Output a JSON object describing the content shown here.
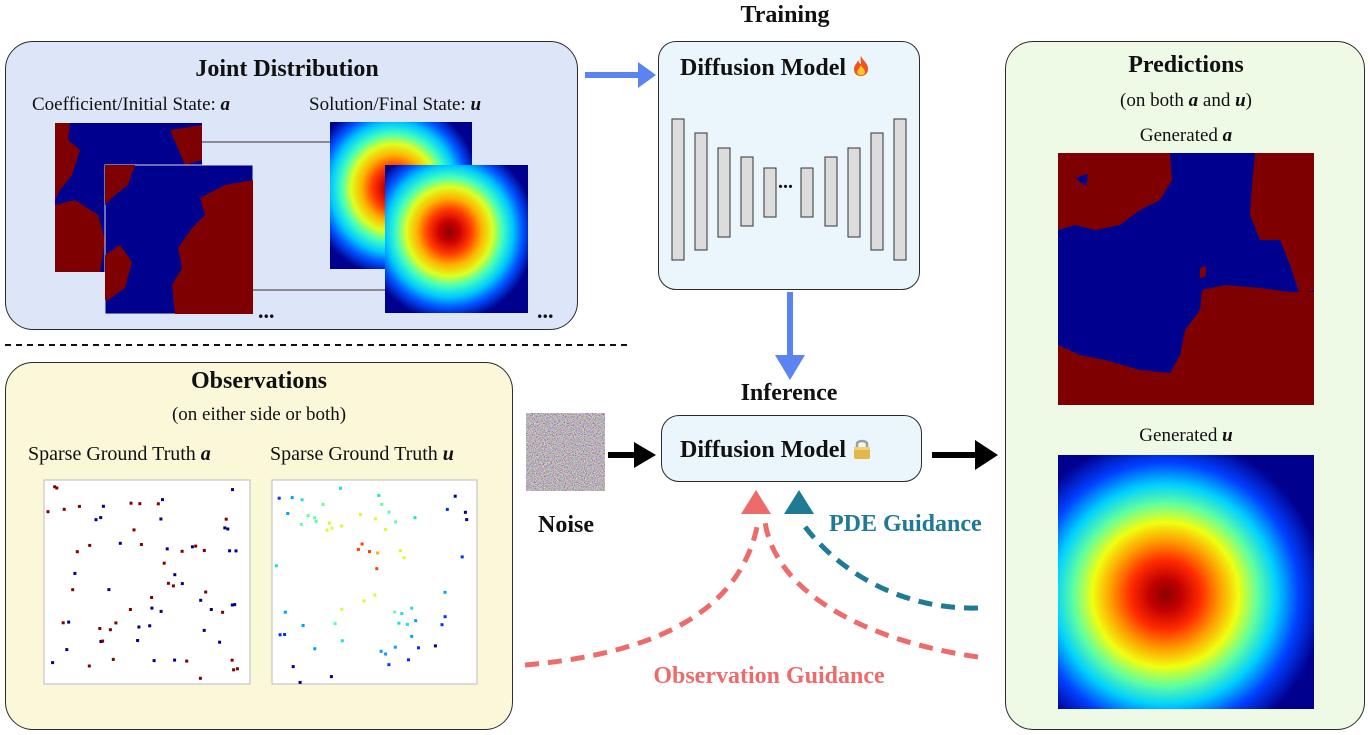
{
  "top_label": {
    "training": "Training",
    "inference": "Inference"
  },
  "joint": {
    "title": "Joint Distribution",
    "label_a": "Coefficient/Initial State:",
    "label_u": "Solution/Final State:",
    "var_a": "a",
    "var_u": "u",
    "ellipsis_left": "...",
    "ellipsis_right": "..."
  },
  "observations": {
    "title": "Observations",
    "subtitle": "(on either side or both)",
    "label_a": "Sparse Ground Truth",
    "label_u": "Sparse Ground Truth",
    "var_a": "a",
    "var_u": "u"
  },
  "model": {
    "training_title": "Diffusion Model",
    "training_icon": "fire-icon",
    "inference_title": "Diffusion Model",
    "inference_icon": "lock-icon",
    "ellipsis": "..."
  },
  "noise_label": "Noise",
  "guidance": {
    "pde": "PDE Guidance",
    "observation": "Observation Guidance"
  },
  "predictions": {
    "title": "Predictions",
    "subtitle_pre": "(on both",
    "subtitle_var_a": "a",
    "subtitle_and": "and",
    "subtitle_var_u": "u",
    "subtitle_post": ")",
    "gen_a_label": "Generated",
    "gen_a_var": "a",
    "gen_u_label": "Generated",
    "gen_u_var": "u"
  },
  "colors": {
    "blue_arrow": "#5b83f2",
    "observation_guidance": "#ee6b6b",
    "pde_guidance": "#1f7a94",
    "binary_low": "#00008f",
    "binary_high": "#7f0000"
  }
}
